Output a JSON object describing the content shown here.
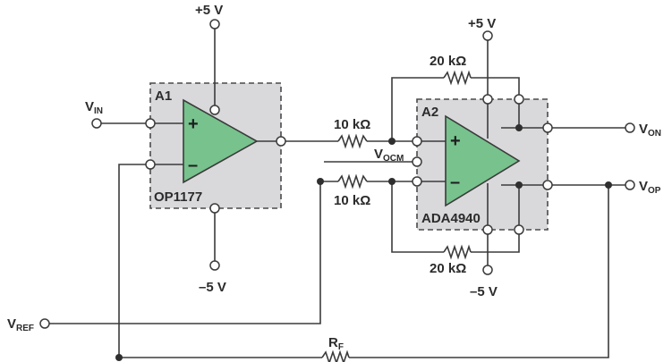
{
  "labels": {
    "a1": {
      "designator": "A1",
      "part": "OP1177"
    },
    "a2": {
      "designator": "A2",
      "part": "ADA4940"
    },
    "supply_a1_pos": "+5 V",
    "supply_a1_neg": "–5 V",
    "supply_a2_pos": "+5 V",
    "supply_a2_neg": "–5 V",
    "r_in_top": "10 kΩ",
    "r_in_bot": "10 kΩ",
    "r_fb_top": "20 kΩ",
    "r_fb_bot": "20 kΩ",
    "rf": {
      "main": "R",
      "sub": "F"
    },
    "vin": {
      "main": "V",
      "sub": "IN"
    },
    "vref": {
      "main": "V",
      "sub": "REF"
    },
    "vocm": {
      "main": "V",
      "sub": "OCM"
    },
    "von": {
      "main": "V",
      "sub": "ON"
    },
    "vop": {
      "main": "V",
      "sub": "OP"
    },
    "plus": "+",
    "minus": "–"
  }
}
